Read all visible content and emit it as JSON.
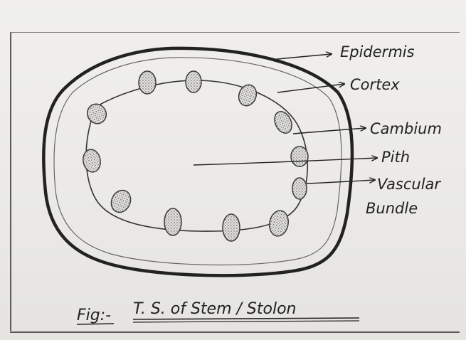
{
  "labels": {
    "epidermis": "Epidermis",
    "cortex": "Cortex",
    "cambium": "Cambium",
    "pith": "Pith",
    "vascular_line1": "Vascular",
    "vascular_line2": "Bundle"
  },
  "caption": {
    "prefix": "Fig:-",
    "title": "T. S. of Stem / Stolon"
  },
  "colors": {
    "ink": "#222222",
    "pencil": "#3a3a3a",
    "paper": "#efeeeb"
  }
}
